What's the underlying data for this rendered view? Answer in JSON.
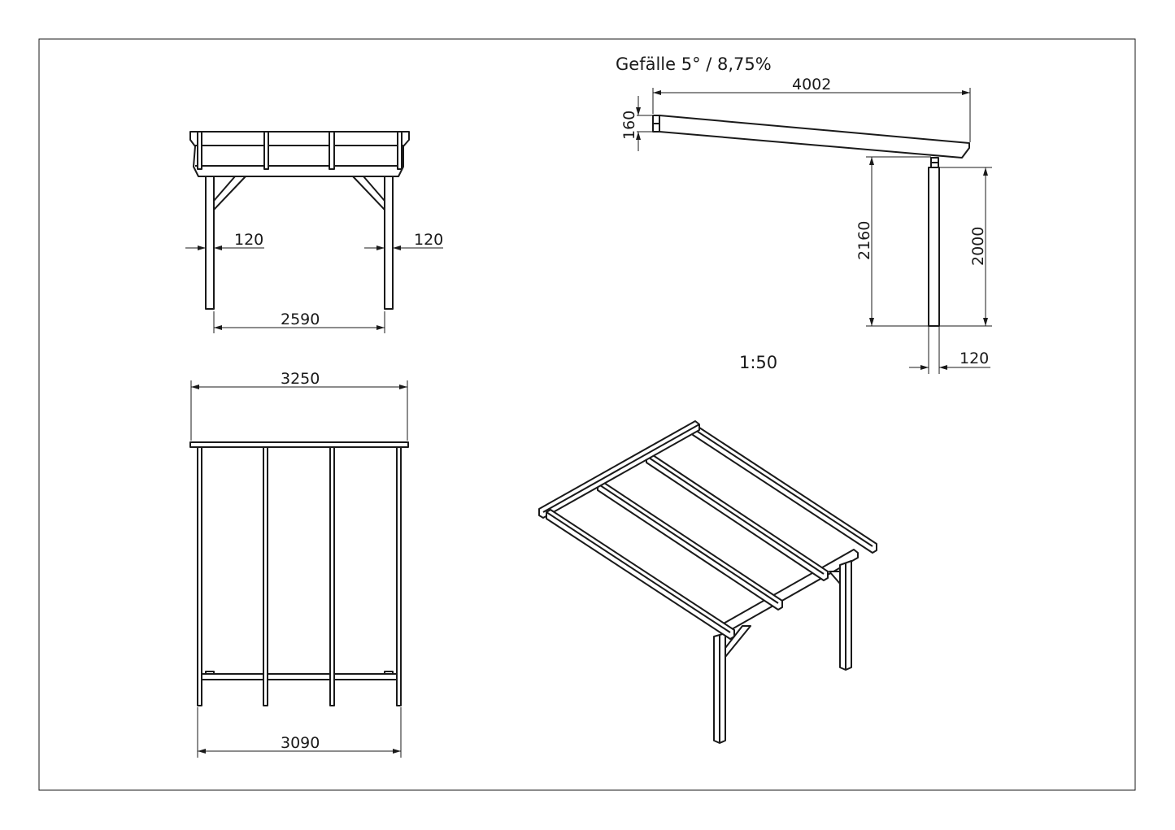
{
  "drawing": {
    "slope_label": "Gefälle 5° / 8,75%",
    "scale_label": "1:50",
    "line_color": "#1a1a1a",
    "front_view": {
      "post_width_left": "120",
      "post_width_right": "120",
      "post_spacing": "2590"
    },
    "side_view": {
      "total_depth": "4002",
      "beam_height": "160",
      "height_to_beam": "2160",
      "post_height": "2000",
      "post_width": "120"
    },
    "top_view": {
      "roof_width": "3250",
      "post_span": "3090"
    }
  }
}
